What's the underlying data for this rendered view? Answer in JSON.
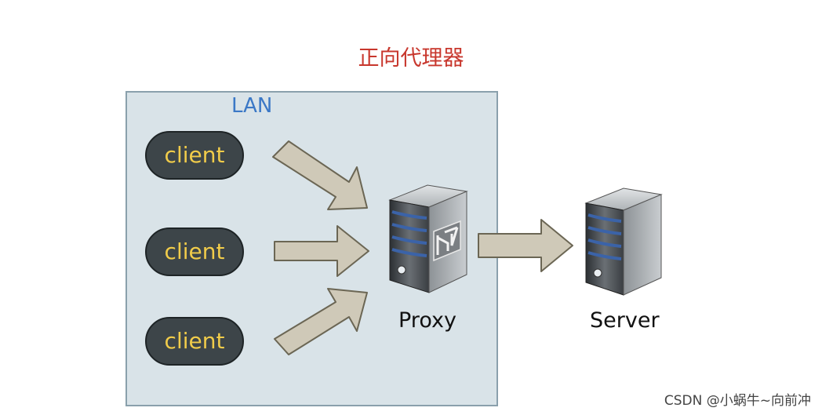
{
  "title": "正向代理器",
  "lan_label": "LAN",
  "clients": [
    "client",
    "client",
    "client"
  ],
  "proxy_label": "Proxy",
  "server_label": "Server",
  "watermark": "CSDN @小蜗牛~向前冲",
  "colors": {
    "title": "#c8372d",
    "lan_label": "#3b78c6",
    "lan_background": "#d9e3e8",
    "client_fill": "#3d4549",
    "client_text": "#f1cc4a",
    "arrow_fill": "#cfc9b8",
    "arrow_stroke": "#6b6654",
    "server_stripe": "#3b63a8"
  }
}
